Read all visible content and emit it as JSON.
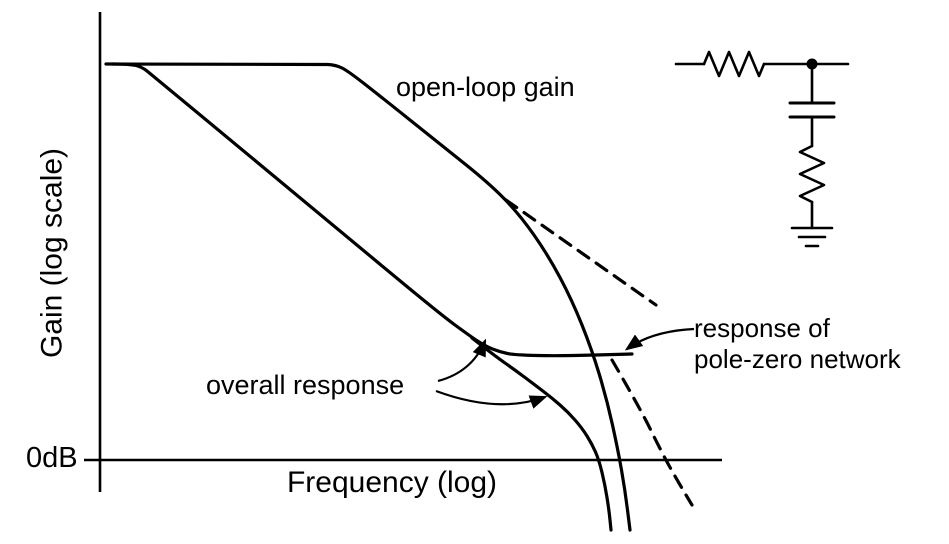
{
  "figure": {
    "background": "#ffffff",
    "ink": "#000000"
  },
  "labels": {
    "y_axis": "Gain (log scale)",
    "x_axis": "Frequency (log)",
    "zero_db": "0dB",
    "open_loop": "open-loop gain",
    "overall": "overall response",
    "pole_zero_line1": "response of",
    "pole_zero_line2": "pole-zero network"
  },
  "inset_circuit": {
    "components": [
      "series-resistor",
      "junction-node",
      "capacitor",
      "shunt-resistor",
      "ground"
    ]
  },
  "chart_data": {
    "type": "line",
    "title": "",
    "xlabel": "Frequency (log)",
    "ylabel": "Gain (log scale)",
    "x_scale": "log",
    "y_scale": "log",
    "y_baseline_label": "0dB",
    "grid": false,
    "legend": "inline annotations with arrows",
    "annotations": [
      "open-loop gain",
      "overall response",
      "response of pole-zero network"
    ],
    "series": [
      {
        "id": "open-loop-gain",
        "name": "open-loop gain",
        "style": "solid",
        "description": "flat at maximum gain, single-pole roll-off, then steeper plunge through 0dB",
        "points": [
          [
            106,
            64
          ],
          [
            320,
            64
          ],
          [
            336,
            65
          ],
          [
            348,
            71
          ],
          [
            380,
            96
          ],
          [
            440,
            144
          ],
          [
            490,
            184
          ],
          [
            520,
            215
          ],
          [
            548,
            255
          ],
          [
            572,
            300
          ],
          [
            592,
            350
          ],
          [
            607,
            400
          ],
          [
            618,
            450
          ],
          [
            625,
            490
          ],
          [
            630,
            530
          ]
        ]
      },
      {
        "id": "pole-zero-network",
        "name": "response of pole-zero network",
        "style": "solid",
        "description": "rolls off from low frequency (pole) then flattens to a plateau (zero)",
        "points": [
          [
            112,
            64
          ],
          [
            130,
            64
          ],
          [
            142,
            67
          ],
          [
            152,
            75
          ],
          [
            240,
            148
          ],
          [
            340,
            231
          ],
          [
            440,
            314
          ],
          [
            470,
            336
          ],
          [
            485,
            346
          ],
          [
            500,
            352
          ],
          [
            515,
            355
          ],
          [
            560,
            356
          ],
          [
            632,
            354
          ]
        ]
      },
      {
        "id": "overall-response",
        "name": "overall response",
        "style": "solid",
        "description": "continues falling past the network zero, steepening and crossing 0dB",
        "points": [
          [
            472,
            338
          ],
          [
            495,
            356
          ],
          [
            515,
            370
          ],
          [
            535,
            385
          ],
          [
            552,
            398
          ],
          [
            568,
            412
          ],
          [
            582,
            428
          ],
          [
            592,
            444
          ],
          [
            599,
            460
          ],
          [
            605,
            485
          ],
          [
            609,
            510
          ],
          [
            611,
            530
          ]
        ]
      },
      {
        "id": "single-pole-asymptote",
        "name": "single-pole asymptote (dashed)",
        "style": "dashed",
        "description": "continuation of the first-pole slope of the open-loop gain",
        "points": [
          [
            506,
            200
          ],
          [
            656,
            305
          ]
        ]
      },
      {
        "id": "steep-asymptote",
        "name": "high-frequency asymptote (dashed)",
        "style": "dashed",
        "description": "steep dashed continuation crossing 0dB at far right",
        "points": [
          [
            612,
            360
          ],
          [
            640,
            408
          ],
          [
            663,
            455
          ],
          [
            680,
            485
          ],
          [
            692,
            505
          ]
        ]
      }
    ]
  }
}
